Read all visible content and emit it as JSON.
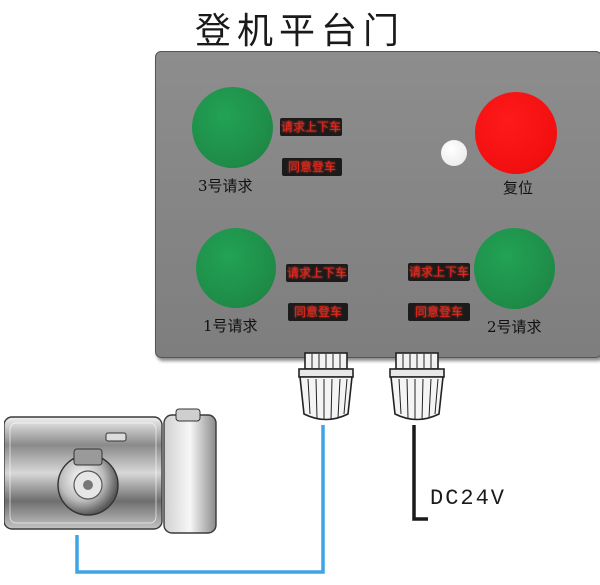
{
  "title": "登机平台门",
  "buttons": {
    "request_3_label": "3号请求",
    "request_1_label": "1号请求",
    "request_2_label": "2号请求",
    "reset_label": "复位"
  },
  "indicators": {
    "top_left_request": "请求上下车",
    "top_left_agree": "同意登车",
    "mid_left_request": "请求上下车",
    "mid_left_agree": "同意登车",
    "mid_right_request": "请求上下车",
    "mid_right_agree": "同意登车"
  },
  "power_label": "DC24V",
  "colors": {
    "panel": "#8a8a8a",
    "green_button": "#1e8b47",
    "red_button": "#f20f0f",
    "led_text": "#e0281c",
    "signal_wire": "#3da4e6",
    "power_wire": "#1a1a1a"
  }
}
